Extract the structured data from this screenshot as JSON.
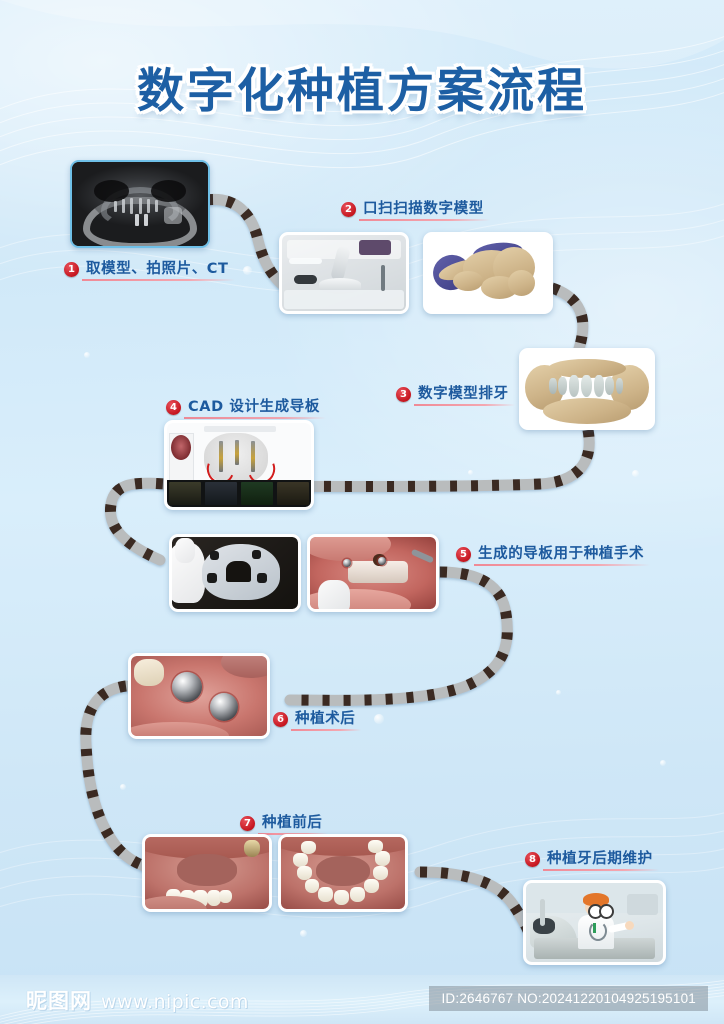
{
  "poster": {
    "title": "数字化种植方案流程",
    "background_color": "#cfe7f7",
    "title_color": "#1d5fa4",
    "accent_color": "#c3121b",
    "underline_color": "#f08a96",
    "path_color": "#b9bcbd",
    "path_dash_color": "#3a2c22"
  },
  "steps": [
    {
      "number": "1",
      "label": "取模型、拍照片、CT",
      "images": [
        {
          "alt": "panoramic-dental-xray",
          "kind": "xray"
        }
      ]
    },
    {
      "number": "2",
      "label": "口扫扫描数字模型",
      "images": [
        {
          "alt": "intraoral-scanner-equipment",
          "kind": "clinic"
        },
        {
          "alt": "3d-scanned-dental-model",
          "kind": "scan3d"
        }
      ]
    },
    {
      "number": "3",
      "label": "数字模型排牙",
      "images": [
        {
          "alt": "digital-model-teeth-arrangement",
          "kind": "scan3d-full"
        }
      ]
    },
    {
      "number": "4",
      "label": "CAD 设计生成导板",
      "images": [
        {
          "alt": "cad-implant-planning-software",
          "kind": "cad"
        }
      ]
    },
    {
      "number": "5",
      "label": "生成的导板用于种植手术",
      "images": [
        {
          "alt": "surgical-guide-in-hand",
          "kind": "guide"
        },
        {
          "alt": "surgical-guide-in-mouth",
          "kind": "mouth-guide"
        }
      ]
    },
    {
      "number": "6",
      "label": "种植术后",
      "images": [
        {
          "alt": "healing-abutments-intraoral",
          "kind": "mouth-implants"
        }
      ]
    },
    {
      "number": "7",
      "label": "种植前后",
      "images": [
        {
          "alt": "lower-arch-before",
          "kind": "mouth-before"
        },
        {
          "alt": "lower-arch-after",
          "kind": "mouth-after"
        }
      ]
    },
    {
      "number": "8",
      "label": "种植牙后期维护",
      "images": [
        {
          "alt": "cartoon-dentist-in-clinic",
          "kind": "cartoon"
        }
      ]
    }
  ],
  "footer": {
    "brand_cn": "昵图网",
    "brand_url": "www.nipic.com",
    "id_text": "ID:2646767 NO:20241220104925195101"
  }
}
